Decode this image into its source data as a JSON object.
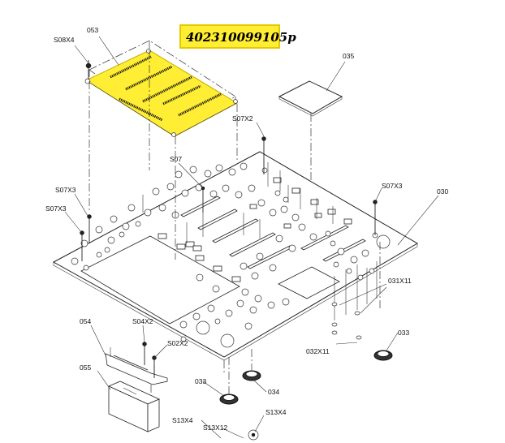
{
  "part_number": "402310099105p",
  "colors": {
    "highlight": "#ffee33",
    "highlight_border": "#e4c800",
    "line": "#222222"
  },
  "labels": {
    "s08x4": "S08X4",
    "p053": "053",
    "p035": "035",
    "s07x2": "S07X2",
    "s07": "S07",
    "s07x3_left_upper": "S07X3",
    "s07x3_left_lower": "S07X3",
    "s07x3_right": "S07X3",
    "p030": "030",
    "p031x11": "031X11",
    "p032x11": "032X11",
    "p054": "054",
    "s04x2": "S04X2",
    "s02x2": "S02X2",
    "p055": "055",
    "p033_left": "033",
    "p033_right": "033",
    "p034": "034",
    "s13x4_left": "S13X4",
    "s13x12": "S13X12",
    "s13x4_right": "S13X4"
  }
}
